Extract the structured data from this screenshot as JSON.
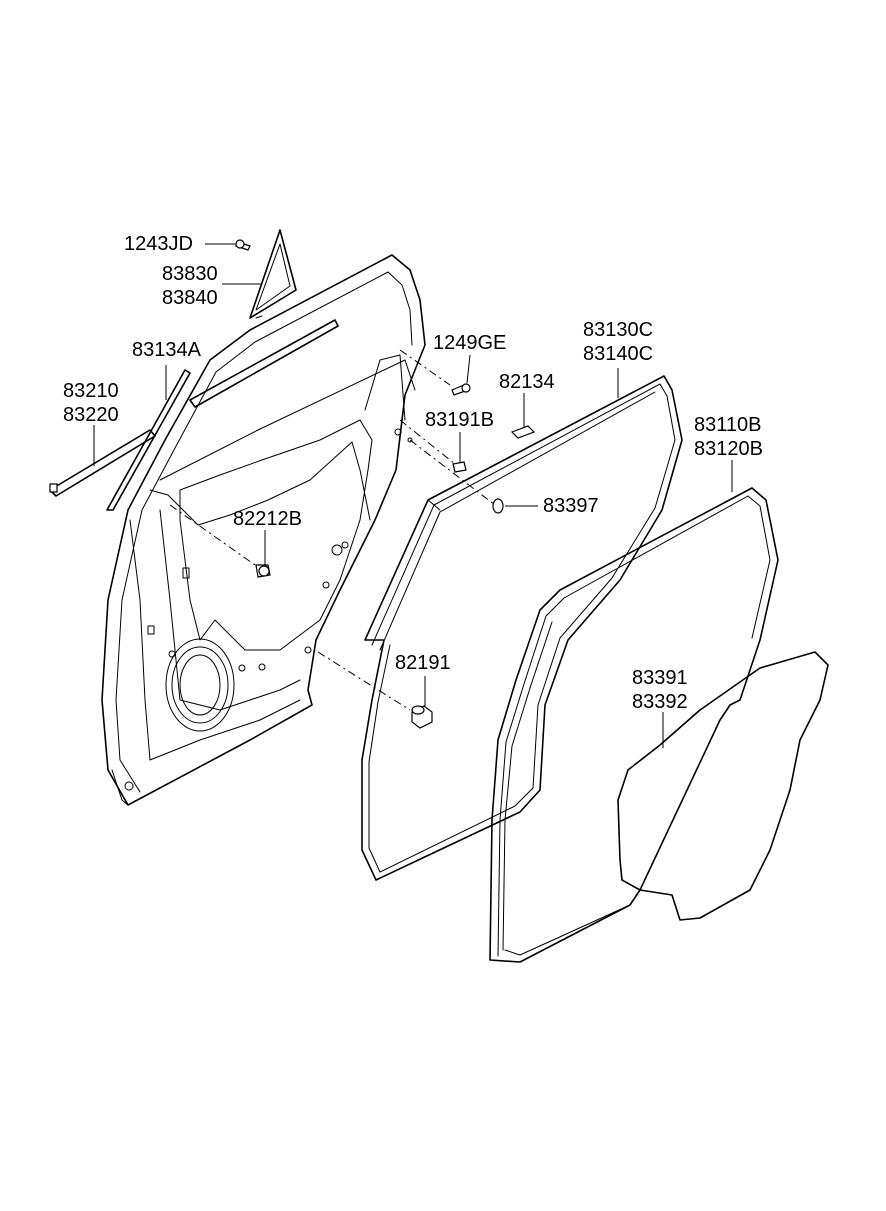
{
  "callouts": {
    "c1243JD": [
      "1243JD"
    ],
    "c83830": [
      "83830",
      "83840"
    ],
    "c83134A": [
      "83134A"
    ],
    "c83210": [
      "83210",
      "83220"
    ],
    "c1249GE": [
      "1249GE"
    ],
    "c82134": [
      "82134"
    ],
    "c83191B": [
      "83191B"
    ],
    "c83130C": [
      "83130C",
      "83140C"
    ],
    "c83110B": [
      "83110B",
      "83120B"
    ],
    "c83397": [
      "83397"
    ],
    "c82212B": [
      "82212B"
    ],
    "c82191": [
      "82191"
    ],
    "c83391": [
      "83391",
      "83392"
    ]
  }
}
